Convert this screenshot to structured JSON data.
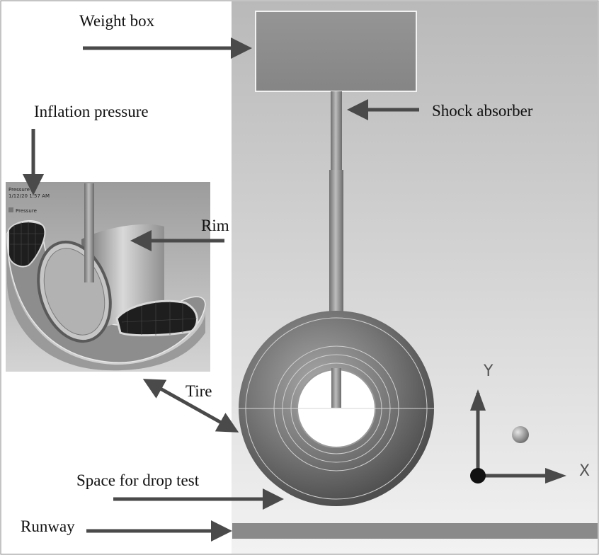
{
  "labels": {
    "weight_box": "Weight box",
    "shock_absorber": "Shock absorber",
    "inflation_pressure": "Inflation pressure",
    "rim": "Rim",
    "tire": "Tire",
    "space_for_drop_test": "Space for drop test",
    "runway": "Runway"
  },
  "axes": {
    "x": "X",
    "y": "Y"
  },
  "inset": {
    "title": "Pressure",
    "timestamp": "1/12/20 1:57 AM",
    "legend": "Pressure"
  },
  "colors": {
    "arrow": "#4a4a4a",
    "weight_box": "#8c8c8c",
    "runway": "#8a8a8a",
    "tire": "#6e6e6e"
  }
}
